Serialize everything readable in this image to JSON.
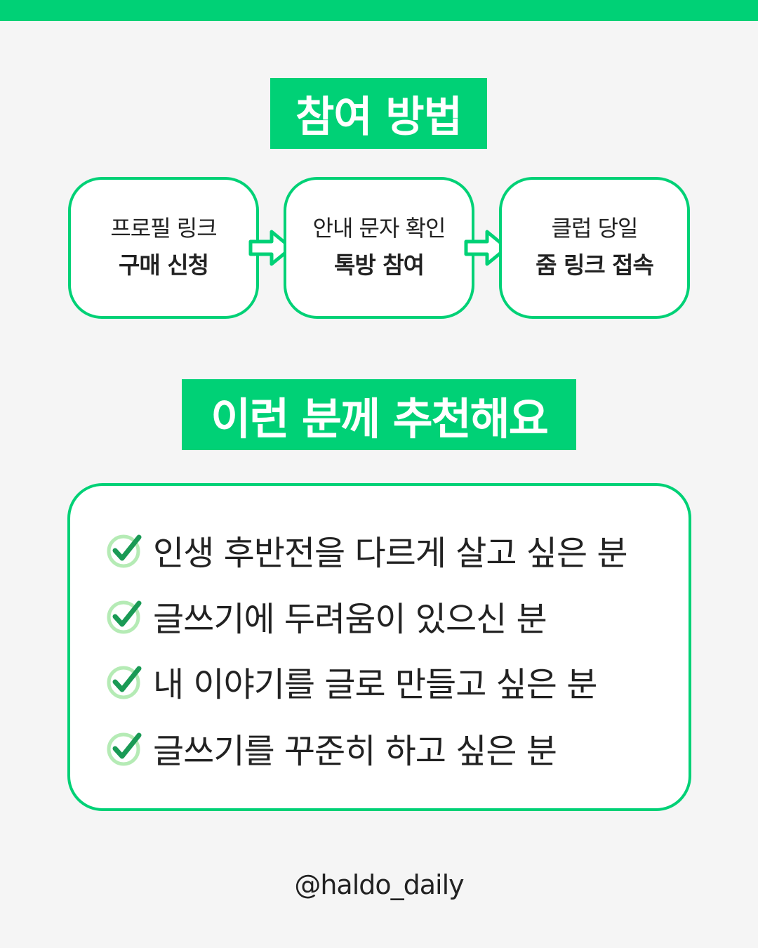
{
  "colors": {
    "accent": "#00d176",
    "check_light": "#b5ebb5",
    "check_dark": "#1a9a55",
    "text": "#222222",
    "background": "#f5f5f5"
  },
  "method_section": {
    "title": "참여 방법",
    "steps": [
      {
        "line1": "프로필 링크",
        "line2": "구매 신청"
      },
      {
        "line1": "안내 문자 확인",
        "line2": "톡방 참여"
      },
      {
        "line1": "클럽 당일",
        "line2": "줌 링크 접속"
      }
    ],
    "arrow_icon": "right-arrow-icon"
  },
  "recommend_section": {
    "title": "이런 분께 추천해요",
    "check_icon": "checkmark-circle-icon",
    "items": [
      "인생 후반전을 다르게 살고 싶은 분",
      "글쓰기에 두려움이 있으신 분",
      "내 이야기를 글로 만들고 싶은 분",
      "글쓰기를 꾸준히 하고 싶은 분"
    ]
  },
  "footer": {
    "handle": "@haldo_daily"
  }
}
